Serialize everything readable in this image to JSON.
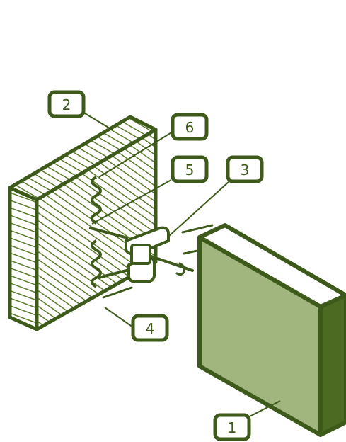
{
  "colors": {
    "outline": "#3d5a1a",
    "panel_front": "#a1b57e",
    "panel_side": "#4d6a23",
    "panel_top": "#ffffff",
    "hatch": "#5a7a2a",
    "label_fill": "#ffffff"
  },
  "callouts": [
    {
      "number": "1"
    },
    {
      "number": "2"
    },
    {
      "number": "3"
    },
    {
      "number": "4"
    },
    {
      "number": "5"
    },
    {
      "number": "6"
    }
  ]
}
